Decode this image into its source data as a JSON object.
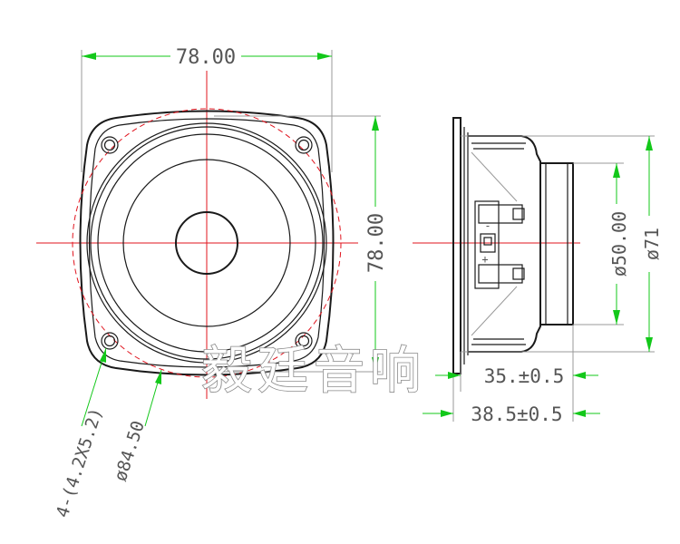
{
  "dimensions": {
    "front_width": "78.00",
    "front_height": "78.00",
    "mount_holes": "4-(4.2X5.2)",
    "outer_diameter": "ø84.50",
    "magnet_diameter": "ø50.00",
    "frame_diameter": "ø71",
    "depth_inner": "35.±0.5",
    "depth_total": "38.5±0.5"
  },
  "terminals": {
    "minus": "-",
    "plus": "+"
  },
  "watermark": "毅廷音响",
  "colors": {
    "outline": "#1a1a1a",
    "centerline": "#e0141e",
    "dimension": "#13c81a",
    "extension": "#9a9a9a"
  }
}
